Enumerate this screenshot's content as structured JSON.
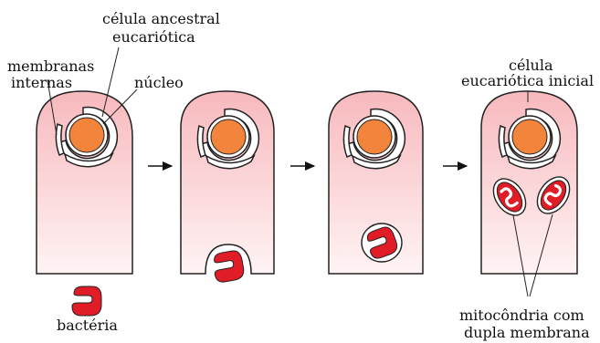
{
  "labels": {
    "ancestral_line1": "célula ancestral",
    "ancestral_line2": "eucariótica",
    "membranes_line1": "membranas",
    "membranes_line2": "internas",
    "nucleus": "núcleo",
    "initial_line1": "célula",
    "initial_line2": "eucariótica inicial",
    "bacteria": "bactéria",
    "mito_line1": "mitocôndria com",
    "mito_line2": "dupla membrana"
  },
  "colors": {
    "cell_top": "#f7b9bd",
    "cell_bottom": "#fff3f4",
    "nucleus": "#f2843c",
    "bacteria": "#e01c26",
    "outline": "#222222"
  },
  "stages": [
    "ancestral-cell",
    "engulfing",
    "vesicle",
    "early-eukaryote"
  ],
  "arrows": 3
}
